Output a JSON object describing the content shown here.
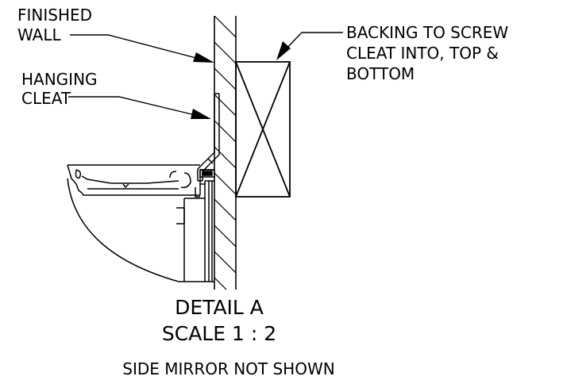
{
  "labels": {
    "finished_wall": [
      "FINISHED",
      "WALL"
    ],
    "hanging_cleat": [
      "HANGING",
      "CLEAT"
    ],
    "backing": [
      "BACKING TO SCREW",
      "CLEAT INTO, TOP &",
      "BOTTOM"
    ]
  },
  "detail": {
    "title": "DETAIL A",
    "scale": "SCALE 1 : 2",
    "note": "SIDE MIRROR NOT SHOWN"
  },
  "colors": {
    "line": "#000000",
    "background": "#ffffff"
  }
}
